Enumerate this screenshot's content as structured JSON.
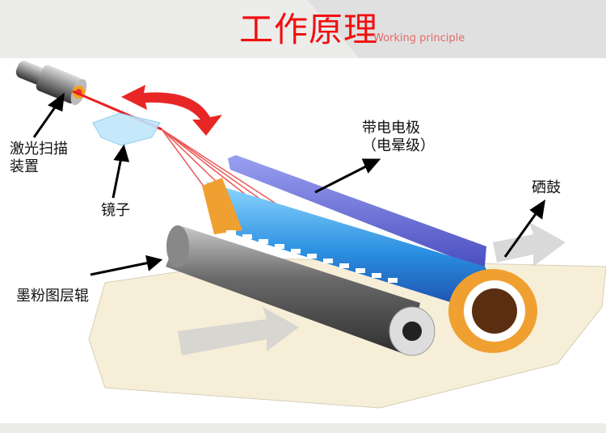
{
  "header": {
    "title": "工作原理",
    "subtitle": "Working principle"
  },
  "labels": {
    "laser_line1": "激光扫描",
    "laser_line2": "装置",
    "mirror": "镜子",
    "electrode_line1": "带电电极",
    "electrode_line2": "（电晕级）",
    "drum": "硒鼓",
    "toner_roller": "墨粉图层辊"
  },
  "colors": {
    "title": "#f01010",
    "laser": "#e82020",
    "drum_blue": "#2a8fe0",
    "drum_end": "#f0a030"
  }
}
